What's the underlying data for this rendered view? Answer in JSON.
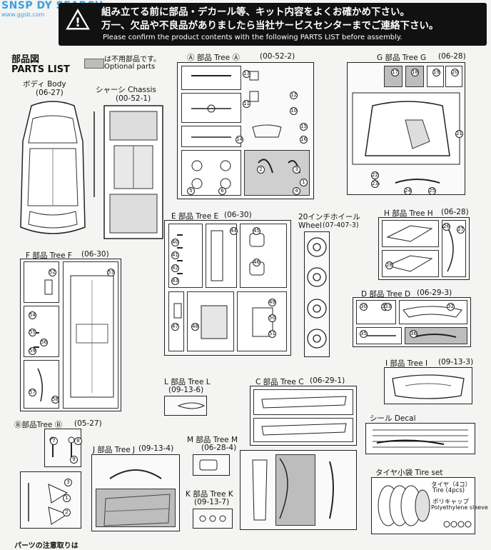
{
  "watermark": {
    "site": "SNSP DY SEARCH",
    "domain": "www.ggsb.com"
  },
  "notice": {
    "line1_jp": "組み立てる前に部品・デカール等、キット内容をよくお確かめ下さい。",
    "line2_jp": "万一、欠品や不良品がありましたら当社サービスセンターまでご連絡下さい。",
    "line_en": "Please confirm the product contents with the following PARTS LIST before assembly."
  },
  "parts_list": {
    "title_jp": "部品図",
    "title_en": "PARTS LIST",
    "legend_jp": "は不用部品です。",
    "legend_en": "Optional parts"
  },
  "body": {
    "label": "ボディ Body",
    "code": "(06-27)"
  },
  "chassis": {
    "label": "シャーシ Chassis",
    "code": "(00-52-1)"
  },
  "tree_a": {
    "label": "Ⓐ 部品 Tree Ⓐ",
    "code": "(00-52-2)"
  },
  "tree_g": {
    "label": "G 部品 Tree G",
    "code": "(06-28)"
  },
  "tree_e": {
    "label": "E 部品 Tree E",
    "code": "(06-30)"
  },
  "wheel": {
    "label": "20インチホイール",
    "label_en": "Wheel",
    "code": "(07-407-3)"
  },
  "tree_h": {
    "label": "H 部品 Tree H",
    "code": "(06-28)"
  },
  "tree_f": {
    "label": "F 部品 Tree F",
    "code": "(06-30)"
  },
  "tree_d": {
    "label": "D 部品 Tree D",
    "code": "(06-29-3)"
  },
  "tree_i": {
    "label": "I 部品 Tree I",
    "code": "(09-13-3)"
  },
  "tree_l": {
    "label": "L 部品 Tree L",
    "code": "(09-13-6)"
  },
  "tree_c": {
    "label": "C 部品 Tree C",
    "code": "(06-29-1)"
  },
  "decal": {
    "label": "シール Decal"
  },
  "tree_b": {
    "label": "Ⓑ部品Tree Ⓑ",
    "code": "(05-27)"
  },
  "tree_m": {
    "label": "M 部品 Tree M",
    "code": "(06-28-4)"
  },
  "tree_j": {
    "label": "J 部品 Tree J",
    "code": "(09-13-4)"
  },
  "tree_k": {
    "label": "K 部品 Tree K",
    "code": "(09-13-7)"
  },
  "tire": {
    "label": "タイヤ小袋 Tire set",
    "tire_jp": "タイヤ（4コ）",
    "tire_en": "Tire (4pcs)",
    "cap_jp": "ポリキャップ",
    "cap_en": "Polyethylene sleeve"
  },
  "footer": {
    "partial": "パーツの注意取りは"
  },
  "part_numbers": {
    "a": [
      "13",
      "11",
      "12",
      "10",
      "14",
      "15",
      "16",
      "5",
      "6",
      "3",
      "4",
      "1",
      "2"
    ],
    "g": [
      "17",
      "18",
      "19",
      "20",
      "21",
      "22",
      "23",
      "24",
      "25"
    ],
    "e": [
      "44",
      "40",
      "41",
      "42",
      "43",
      "45",
      "46",
      "47",
      "48",
      "49",
      "50",
      "51"
    ],
    "f": [
      "53",
      "54",
      "55",
      "56",
      "57",
      "52",
      "58",
      "59"
    ],
    "h": [
      "26",
      "27",
      "28"
    ],
    "d": [
      "30",
      "31",
      "32",
      "33",
      "35",
      "36"
    ],
    "b": [
      "7",
      "8",
      "9",
      "3",
      "1",
      "2"
    ]
  }
}
